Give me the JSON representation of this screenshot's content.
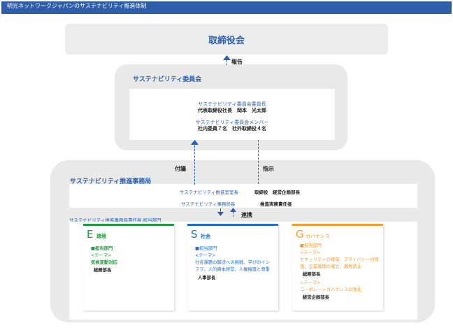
{
  "header": {
    "title": "明光ネットワークジャパンのサステナビリティ推進体制"
  },
  "board": {
    "title": "取締役会"
  },
  "arrows": {
    "report": "報告",
    "consult": "付議",
    "instruct": "指示",
    "coordinate": "連携"
  },
  "committee": {
    "title": "サステナビリティ委員会",
    "chair_label": "サステナビリティ委員会委員長",
    "chair_value": "代表取締役社長　岡本　光太郎",
    "members_label": "サステナビリティ委員会メンバー",
    "members_value": "社内委員７名　社外取締役４名"
  },
  "secretariat": {
    "title": "サステナビリティ推進事務局",
    "rows": [
      {
        "label": "サステナビリティ推進室室長",
        "value": "取締役　経営企画部長"
      },
      {
        "label": "サステナビリティ事務局長",
        "value": "推進実務責任者"
      }
    ],
    "responsible_label": "サステナビリティ推進事務局責任者 担当部門"
  },
  "cards": {
    "e": {
      "letter": "E",
      "category": "環境",
      "dept_heading": "■担当部門",
      "theme_heading": "<テーマ>",
      "theme_lines": [
        "気候変動対応"
      ],
      "owner": "総務部長"
    },
    "s": {
      "letter": "S",
      "category": "社会",
      "dept_heading": "■担当部門",
      "theme_heading": "<テーマ>",
      "theme_lines": [
        "社会課題の解決への挑戦、学びのイン",
        "フラ、人的資本経営、人権擁護と尊重"
      ],
      "owner": "人事部長"
    },
    "g": {
      "letter": "G",
      "category": "ガバナンス",
      "dept_heading": "■担当部門",
      "theme_heading": "<テーマ>",
      "theme_lines": [
        "セキュリティの確保、プライバシーの保",
        "護、企業倫理の確立、腐敗防止"
      ],
      "owner": "総務部長",
      "theme2_heading": "<テーマ>",
      "theme2_lines": [
        "コーポレートガバナンスの強化"
      ],
      "owner2": "経営企画部長"
    }
  },
  "colors": {
    "accent_blue": "#2b5fb6",
    "header_blue": "#2e5ea8",
    "e_green": "#1e9a3c",
    "s_blue": "#1f6fd1",
    "g_orange": "#f39b2c"
  }
}
